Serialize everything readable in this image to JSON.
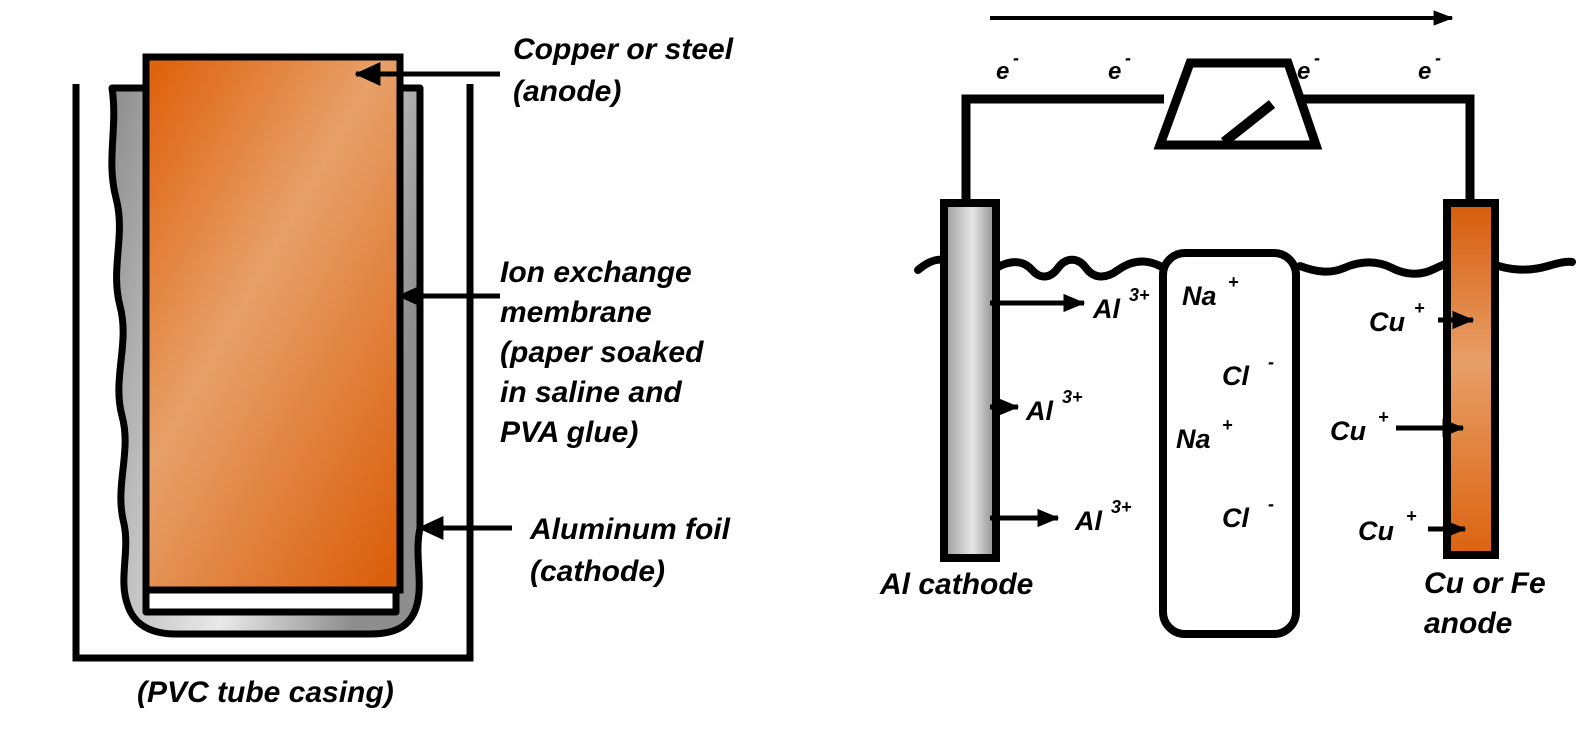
{
  "figure": {
    "title": "Aluminum-air / galvanic cell construction and operation diagram",
    "colors": {
      "anode_orange_dark": "#DD6311",
      "anode_orange_light": "#E8A36C",
      "cathode_gray_dark": "#7E7E7E",
      "cathode_gray_light": "#E4E4E4",
      "outline": "#000000",
      "background": "#FFFFFF"
    }
  },
  "left_panel": {
    "name": "cell-construction-cutaway",
    "labels": {
      "anode": "Copper or steel\n(anode)",
      "anode_line1": "Copper or steel",
      "anode_line2": "(anode)",
      "membrane_line1": "Ion exchange",
      "membrane_line2": "membrane",
      "membrane_line3": "(paper soaked",
      "membrane_line4": "in saline and",
      "membrane_line5": "PVA glue)",
      "cathode_line1": "Aluminum foil",
      "cathode_line2": "(cathode)",
      "casing": "(PVC tube casing)"
    },
    "parts": [
      {
        "id": "pvc-tube-casing",
        "label": "(PVC tube casing)",
        "fill": "none"
      },
      {
        "id": "aluminum-foil-cathode",
        "label": "Aluminum foil (cathode)",
        "fill": "gray-gradient"
      },
      {
        "id": "ion-exchange-membrane",
        "label": "Ion exchange membrane (paper soaked in saline and PVA glue)",
        "fill": "white"
      },
      {
        "id": "copper-steel-anode",
        "label": "Copper or steel (anode)",
        "fill": "orange-gradient"
      }
    ]
  },
  "right_panel": {
    "name": "cell-operation-schematic",
    "current_arrow": {
      "direction": "left-to-right",
      "label": ""
    },
    "electron_labels": [
      {
        "symbol": "e",
        "charge": "-"
      },
      {
        "symbol": "e",
        "charge": "-"
      },
      {
        "symbol": "e",
        "charge": "-"
      },
      {
        "symbol": "e",
        "charge": "-"
      }
    ],
    "meter": {
      "name": "voltmeter",
      "shape": "trapezoid-with-needle"
    },
    "electrodes": [
      {
        "id": "al-cathode",
        "label_line1": "Al cathode",
        "label_line2": "",
        "fill": "gray-gradient"
      },
      {
        "id": "cu-fe-anode",
        "label_line1": "Cu or Fe",
        "label_line2": "anode",
        "fill": "orange-gradient"
      }
    ],
    "cathode_ions": [
      {
        "symbol": "Al",
        "charge": "3+"
      },
      {
        "symbol": "Al",
        "charge": "3+"
      },
      {
        "symbol": "Al",
        "charge": "3+"
      }
    ],
    "membrane_ions": [
      {
        "symbol": "Na",
        "charge": "+"
      },
      {
        "symbol": "Cl",
        "charge": "-"
      },
      {
        "symbol": "Na",
        "charge": "+"
      },
      {
        "symbol": "Cl",
        "charge": "-"
      }
    ],
    "anode_ions": [
      {
        "symbol": "Cu",
        "charge": "+"
      },
      {
        "symbol": "Cu",
        "charge": "+"
      },
      {
        "symbol": "Cu",
        "charge": "+"
      }
    ],
    "electrolyte_surface": {
      "name": "electrolyte-surface",
      "style": "wavy-line"
    },
    "membrane": {
      "name": "ion-exchange-membrane-strip",
      "fill": "white"
    }
  }
}
